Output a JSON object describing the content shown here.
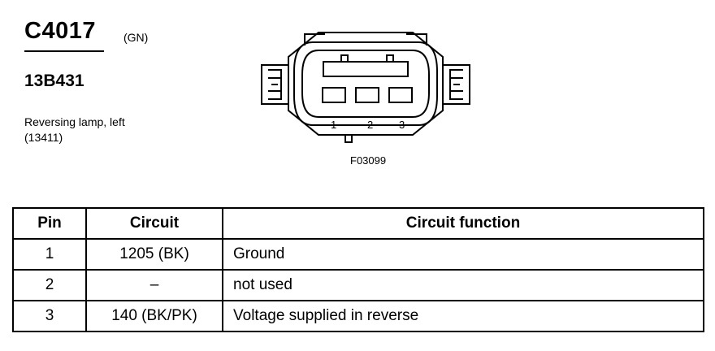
{
  "connector": {
    "id": "C4017",
    "color_code": "(GN)",
    "part_number": "13B431",
    "component_name": "Reversing lamp, left",
    "component_ref": "(13411)",
    "figure_ref": "F03099",
    "pin_labels": [
      "1",
      "2",
      "3"
    ]
  },
  "pin_table": {
    "headers": [
      "Pin",
      "Circuit",
      "Circuit function"
    ],
    "rows": [
      {
        "pin": "1",
        "circuit": "1205 (BK)",
        "function": "Ground"
      },
      {
        "pin": "2",
        "circuit": "–",
        "function": "not used"
      },
      {
        "pin": "3",
        "circuit": "140 (BK/PK)",
        "function": "Voltage supplied in reverse"
      }
    ]
  }
}
